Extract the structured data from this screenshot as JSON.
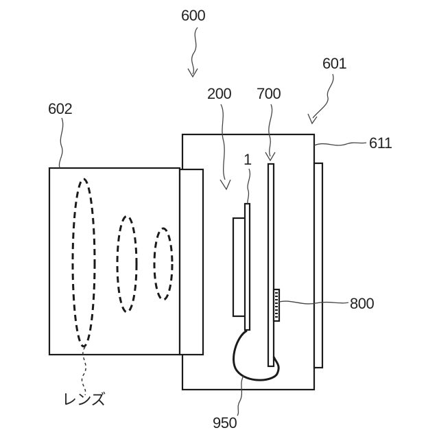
{
  "labels": {
    "camera": "600",
    "body": "601",
    "lens_unit": "602",
    "housing": "611",
    "assembly": "200",
    "sensor": "1",
    "board": "700",
    "connector": "800",
    "cable": "950",
    "lens": "レンズ"
  }
}
